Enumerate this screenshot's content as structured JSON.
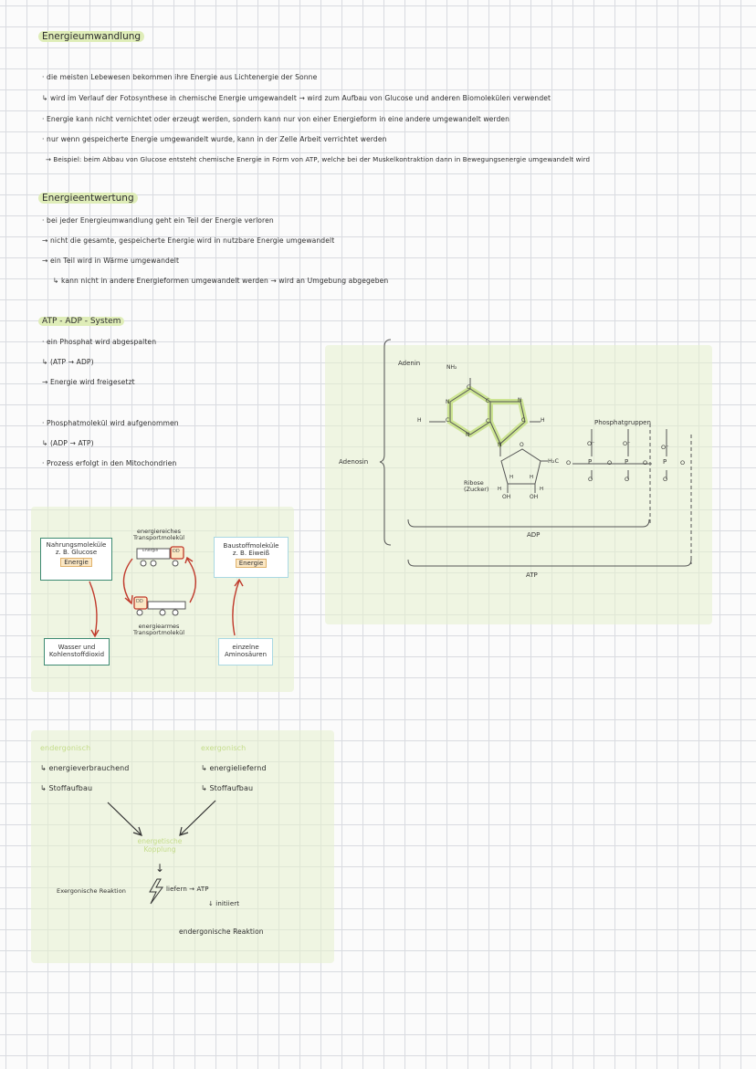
{
  "sec1": {
    "title": "Energieumwandlung",
    "lines": [
      "· die meisten Lebewesen bekommen ihre Energie aus Lichtenergie der Sonne",
      "↳ wird im Verlauf der Fotosynthese in chemische Energie umgewandelt → wird zum Aufbau von Glucose und anderen Biomolekülen verwendet",
      "· Energie kann nicht vernichtet oder erzeugt werden, sondern kann nur von einer Energieform in eine andere umgewandelt werden",
      "· nur wenn gespeicherte Energie umgewandelt wurde, kann in der Zelle Arbeit verrichtet werden",
      "→ Beispiel: beim Abbau von Glucose entsteht chemische Energie in Form von ATP, welche bei der Muskelkontraktion dann in Bewegungsenergie umgewandelt wird"
    ]
  },
  "sec2": {
    "title": "Energieentwertung",
    "lines": [
      "· bei jeder Energieumwandlung geht ein Teil der Energie verloren",
      "→ nicht die gesamte, gespeicherte Energie wird in nutzbare Energie umgewandelt",
      "→ ein Teil wird in Wärme umgewandelt",
      "↳ kann nicht in andere Energieformen umgewandelt werden → wird an Umgebung abgegeben"
    ]
  },
  "sec3": {
    "title": "ATP - ADP - System",
    "lines": [
      "· ein Phosphat wird abgespalten",
      "↳ (ATP → ADP)",
      "→ Energie wird freigesetzt",
      "· Phosphatmolekül wird aufgenommen",
      "↳ (ADP → ATP)",
      "· Prozess erfolgt in den Mitochondrien"
    ]
  },
  "molecule": {
    "adenin": "Adenin",
    "adenosin": "Adenosin",
    "phosphatgruppen": "Phosphatgruppen",
    "ribose": "Ribose",
    "zucker": "(Zucker)",
    "adp": "ADP",
    "atp": "ATP",
    "nh2": "NH₂",
    "h2c": "H₂C",
    "atoms": {
      "N": "N",
      "C": "C",
      "H": "H",
      "O": "O",
      "P": "P",
      "OH": "OH",
      "Om": "O⁻"
    }
  },
  "cycle": {
    "naehr_title": "Nahrungsmoleküle",
    "naehr_sub": "z. B. Glucose",
    "energie": "Energie",
    "reich": "energiereiches",
    "reich2": "Transportmolekül",
    "bau_title": "Baustoffmoleküle",
    "bau_sub": "z. B. Eiweiß",
    "arm": "energiearmes",
    "arm2": "Transportmolekül",
    "wasser": "Wasser und",
    "kohlen": "Kohlenstoffdioxid",
    "einzeln": "einzelne",
    "amino": "Aminosäuren",
    "truck_label": "Energie",
    "cab_label": "DD"
  },
  "coupling": {
    "endergonisch": "endergonisch",
    "exergonisch": "exergonisch",
    "ender_1": "↳ energieverbrauchend",
    "ender_2": "↳ Stoffaufbau",
    "exer_1": "↳ energieliefernd",
    "exer_2": "↳ Stoffaufbau",
    "kopplung_1": "energetische",
    "kopplung_2": "Kopplung",
    "down_arrow": "↓",
    "exer_reaktion": "Exergonische Reaktion",
    "liefern": "liefern → ATP",
    "initiiert": "↓ initiiert",
    "ender_reaktion": "endergonische Reaktion"
  }
}
